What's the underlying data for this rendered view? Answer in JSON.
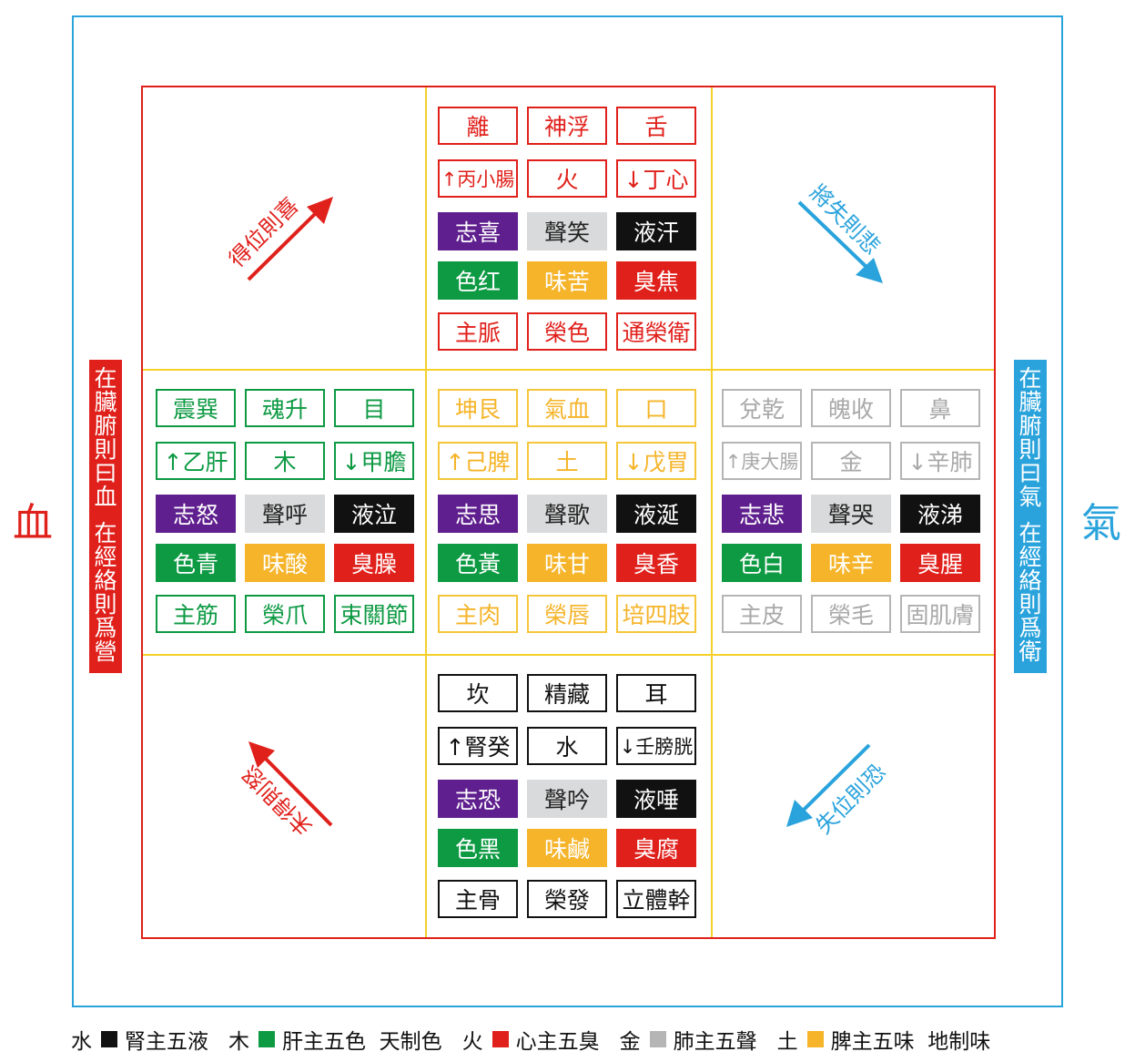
{
  "colors": {
    "red": "#e0201b",
    "green": "#0d9a43",
    "black": "#111111",
    "purple": "#5f1f8e",
    "gray": "#d9dadb",
    "orange": "#f5b42a",
    "yellow_outline": "#f5c63a",
    "light_gray_outline": "#b5b5b5",
    "blue": "#2aa3dc"
  },
  "side_labels": {
    "left_big": "血",
    "right_big": "氣",
    "left_bar": [
      "在",
      "臟",
      "腑",
      "則",
      "曰",
      "血",
      "",
      "在",
      "經",
      "絡",
      "則",
      "爲",
      "營"
    ],
    "right_bar": [
      "在",
      "臟",
      "腑",
      "則",
      "曰",
      "氣",
      "",
      "在",
      "經",
      "絡",
      "則",
      "爲",
      "衛"
    ]
  },
  "diagonals": {
    "top_left": "得位則喜",
    "top_right": "將失則悲",
    "bottom_left": "未得則怒",
    "bottom_right": "失位則恐"
  },
  "blocks": {
    "top": {
      "rows": [
        [
          "離",
          "神浮",
          "舌"
        ],
        [
          "↑丙小腸",
          "火",
          "↓丁心"
        ],
        [
          "志喜",
          "聲笑",
          "液汗"
        ],
        [
          "色红",
          "味苦",
          "臭焦"
        ],
        [
          "主脈",
          "榮色",
          "通榮衛"
        ]
      ]
    },
    "left": {
      "rows": [
        [
          "震巽",
          "魂升",
          "目"
        ],
        [
          "↑乙肝",
          "木",
          "↓甲膽"
        ],
        [
          "志怒",
          "聲呼",
          "液泣"
        ],
        [
          "色青",
          "味酸",
          "臭臊"
        ],
        [
          "主筋",
          "榮爪",
          "束關節"
        ]
      ]
    },
    "center": {
      "rows": [
        [
          "坤艮",
          "氣血",
          "口"
        ],
        [
          "↑己脾",
          "土",
          "↓戊胃"
        ],
        [
          "志思",
          "聲歌",
          "液涎"
        ],
        [
          "色黃",
          "味甘",
          "臭香"
        ],
        [
          "主肉",
          "榮唇",
          "培四肢"
        ]
      ]
    },
    "right": {
      "rows": [
        [
          "兌乾",
          "魄收",
          "鼻"
        ],
        [
          "↑庚大腸",
          "金",
          "↓辛肺"
        ],
        [
          "志悲",
          "聲哭",
          "液涕"
        ],
        [
          "色白",
          "味辛",
          "臭腥"
        ],
        [
          "主皮",
          "榮毛",
          "固肌膚"
        ]
      ]
    },
    "bottom": {
      "rows": [
        [
          "坎",
          "精藏",
          "耳"
        ],
        [
          "↑腎癸",
          "水",
          "↓壬膀胱"
        ],
        [
          "志恐",
          "聲吟",
          "液唾"
        ],
        [
          "色黑",
          "味鹹",
          "臭腐"
        ],
        [
          "主骨",
          "榮發",
          "立體幹"
        ]
      ]
    }
  },
  "legend": [
    {
      "element": "水",
      "color": "#111111",
      "text": "腎主五液"
    },
    {
      "element": "木",
      "color": "#0d9a43",
      "text": "肝主五色  天制色"
    },
    {
      "element": "火",
      "color": "#e0201b",
      "text": "心主五臭"
    },
    {
      "element": "金",
      "color": "#b5b5b5",
      "text": "肺主五聲"
    },
    {
      "element": "土",
      "color": "#f5b42a",
      "text": "脾主五味  地制味"
    }
  ]
}
